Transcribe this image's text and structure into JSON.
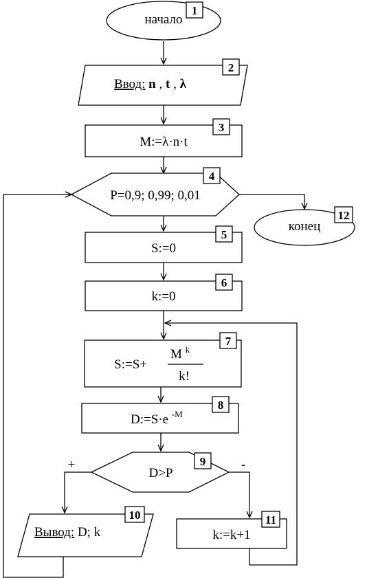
{
  "blocks": {
    "b1": {
      "num": "1",
      "text": "начало"
    },
    "b2": {
      "num": "2",
      "prefix": "Ввод:",
      "vars": [
        "n",
        "t",
        "λ"
      ],
      "sep": ", "
    },
    "b3": {
      "num": "3",
      "text": "M:=λ·n·t"
    },
    "b4": {
      "num": "4",
      "text": "P=0,9; 0,99; 0,01"
    },
    "b5": {
      "num": "5",
      "text": "S:=0"
    },
    "b6": {
      "num": "6",
      "text": "k:=0"
    },
    "b7": {
      "num": "7",
      "lhs": "S:=S+",
      "numerator_base": "M",
      "numerator_exp": "k",
      "denominator": "k!"
    },
    "b8": {
      "num": "8",
      "lhs": "D:=S·e",
      "exp": "-M"
    },
    "b9": {
      "num": "9",
      "text": "D>P"
    },
    "b10": {
      "num": "10",
      "prefix": "Вывод:",
      "text": " D; k"
    },
    "b11": {
      "num": "11",
      "text": "k:=k+1"
    },
    "b12": {
      "num": "12",
      "text": "конец"
    }
  },
  "branch_labels": {
    "yes": "+",
    "no": "-"
  }
}
